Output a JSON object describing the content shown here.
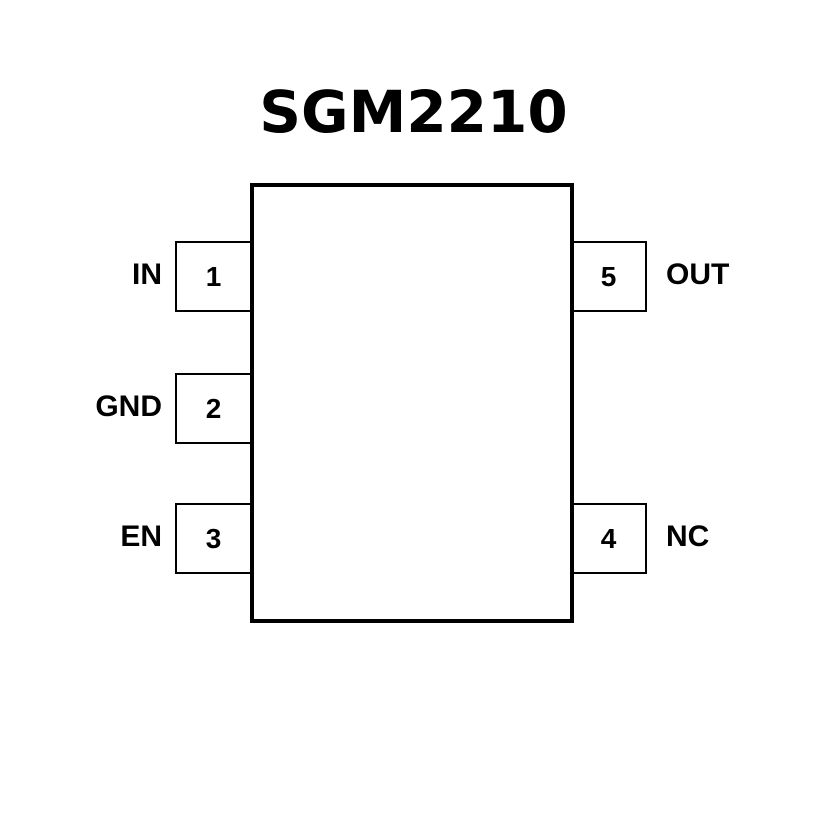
{
  "title": "SGM2210",
  "pins": {
    "p1": {
      "number": "1",
      "name": "IN"
    },
    "p2": {
      "number": "2",
      "name": "GND"
    },
    "p3": {
      "number": "3",
      "name": "EN"
    },
    "p4": {
      "number": "4",
      "name": "NC"
    },
    "p5": {
      "number": "5",
      "name": "OUT"
    }
  }
}
